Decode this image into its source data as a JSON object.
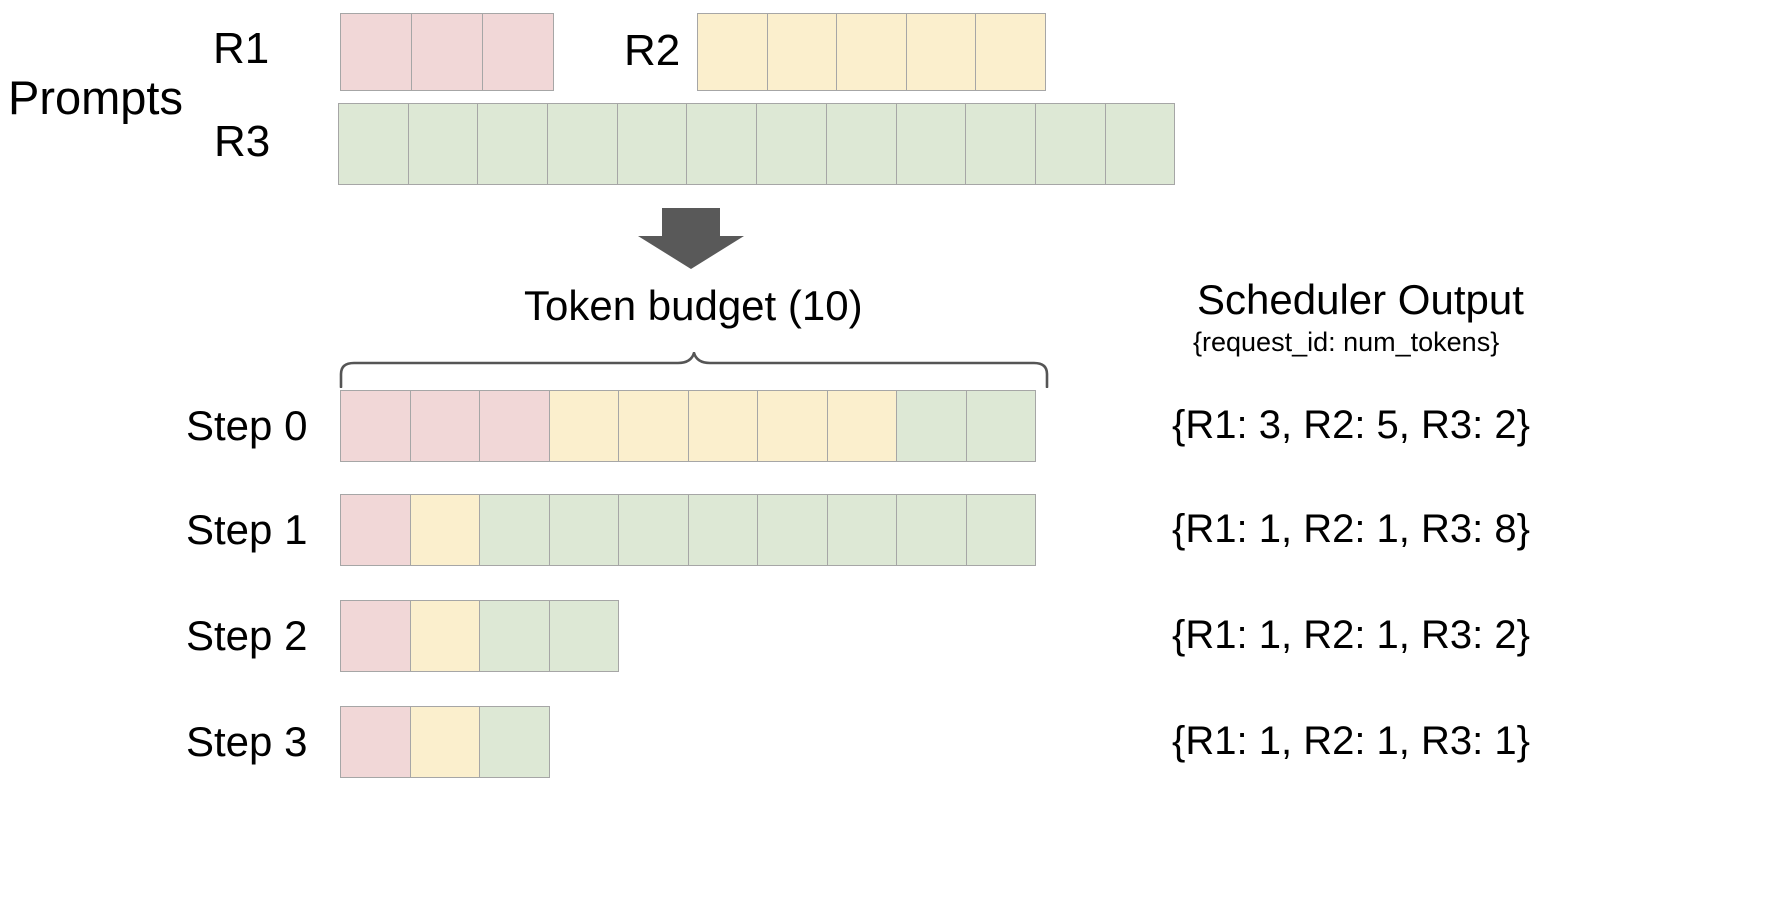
{
  "diagram": {
    "title": "Continuous batching scheduler token budget diagram",
    "prompts_label": "Prompts",
    "budget_title": "Token budget (10)",
    "scheduler_title": "Scheduler Output",
    "scheduler_subtitle": "{request_id: num_tokens}"
  },
  "colors": {
    "r1": "#f1d7d7",
    "r2": "#fbefcd",
    "r3": "#dde8d5",
    "cell_border": "#a6a6a6",
    "arrow": "#595959",
    "brace": "#555555",
    "text": "#000000",
    "background": "#ffffff"
  },
  "prompts": [
    {
      "id": "R1",
      "label": "R1",
      "color_key": "r1",
      "num_tokens": 3
    },
    {
      "id": "R2",
      "label": "R2",
      "color_key": "r2",
      "num_tokens": 5
    },
    {
      "id": "R3",
      "label": "R3",
      "color_key": "r3",
      "num_tokens": 12
    }
  ],
  "token_budget": 10,
  "steps": [
    {
      "label": "Step 0",
      "output": "{R1: 3, R2: 5, R3: 2}",
      "allocation": {
        "R1": 3,
        "R2": 5,
        "R3": 2
      },
      "total_tokens": 10
    },
    {
      "label": "Step 1",
      "output": "{R1: 1, R2: 1, R3: 8}",
      "allocation": {
        "R1": 1,
        "R2": 1,
        "R3": 8
      },
      "total_tokens": 10
    },
    {
      "label": "Step 2",
      "output": "{R1: 1, R2: 1, R3: 2}",
      "allocation": {
        "R1": 1,
        "R2": 1,
        "R3": 2
      },
      "total_tokens": 4
    },
    {
      "label": "Step 3",
      "output": "{R1: 1, R2: 1, R3: 1}",
      "allocation": {
        "R1": 1,
        "R2": 1,
        "R3": 1
      },
      "total_tokens": 3
    }
  ]
}
